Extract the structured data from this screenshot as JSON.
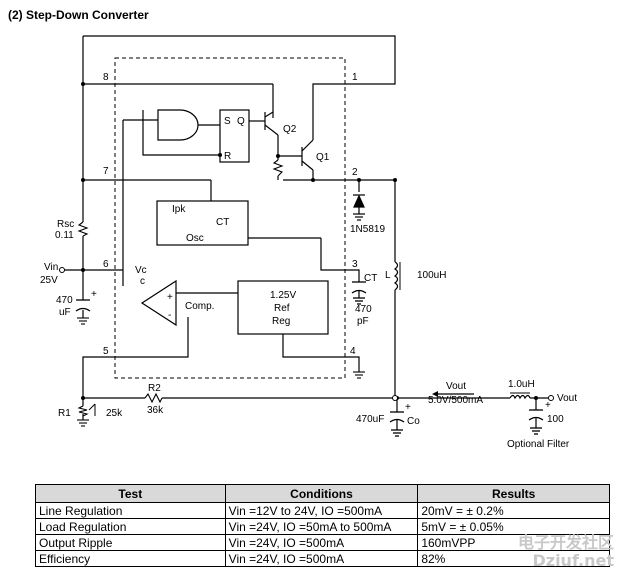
{
  "title": "(2)  Step-Down Converter",
  "pins": {
    "p8": "8",
    "p1": "1",
    "p7": "7",
    "p2": "2",
    "p6": "6",
    "p3": "3",
    "p5": "5",
    "p4": "4"
  },
  "blocks": {
    "gate_s": "S",
    "gate_q": "Q",
    "gate_r": "R",
    "osc_ipk": "Ipk",
    "osc_ct": "CT",
    "osc_name": "Osc",
    "vc": "Vc",
    "vc2": "c",
    "comp": "Comp.",
    "ref_v": "1.25V",
    "ref_1": "Ref",
    "ref_2": "Reg"
  },
  "transistors": {
    "q2": "Q2",
    "q1": "Q1"
  },
  "components": {
    "rsc": "Rsc",
    "rsc_val": "0.11",
    "vin": "Vin",
    "vin_val": "25V",
    "cin": "470",
    "cin_unit": "uF",
    "diode": "1N5819",
    "ct": "CT",
    "ct_val": "470",
    "ct_unit": "pF",
    "l": "L",
    "l_val": "100uH",
    "r1": "R1",
    "r1_val": "25k",
    "r2": "R2",
    "r2_val": "36k",
    "vout": "Vout",
    "vout_val": "5.0V/500mA",
    "cout": "470uF",
    "cout_name": "Co",
    "filt_l": "1.0uH",
    "filt_vout": "Vout",
    "filt_c": "100",
    "filt_name": "Optional Filter"
  },
  "table": {
    "headers": [
      "Test",
      "Conditions",
      "Results"
    ],
    "rows": [
      [
        "Line Regulation",
        "Vin =12V to 24V, IO =500mA",
        "20mV = ± 0.2%"
      ],
      [
        "Load Regulation",
        "Vin =24V, IO =50mA to 500mA",
        "5mV = ± 0.05%"
      ],
      [
        "Output Ripple",
        "Vin =24V, IO =500mA",
        "160mVPP"
      ],
      [
        "Efficiency",
        "Vin =24V, IO =500mA",
        "82%"
      ]
    ]
  },
  "watermark": {
    "line1": "电子开发社区",
    "line2": "Dziuf.net"
  }
}
